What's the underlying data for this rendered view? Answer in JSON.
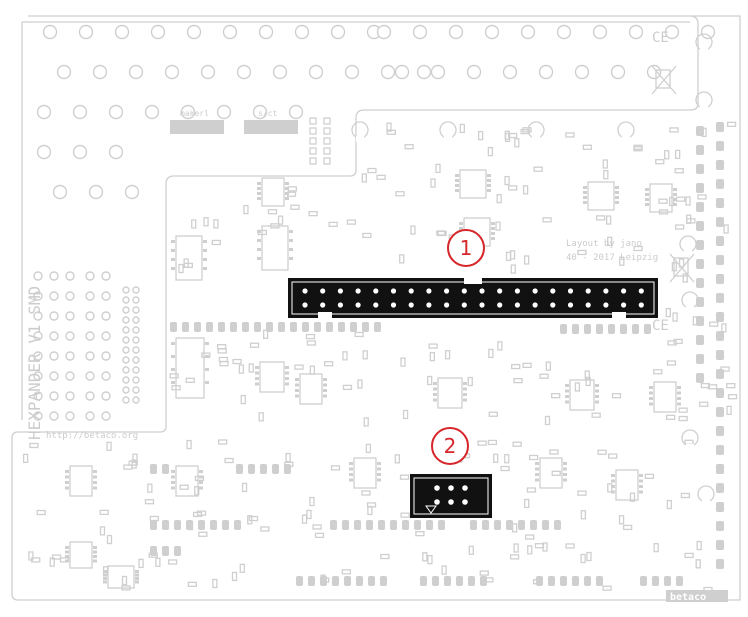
{
  "board": {
    "name_text": "HEXPANDER V1 SMD",
    "url_text": "http://betaco.org",
    "layout_credit_line1": "Layout by jano",
    "layout_credit_line2": "40 - 2017 Leipzig",
    "logo_text": "betaco",
    "ce_mark": "CE",
    "label_makerl": "makerl",
    "label_sct": "s/ct"
  },
  "callouts": [
    {
      "label": "1",
      "target": "40-pin header connector"
    },
    {
      "label": "2",
      "target": "6-pin header connector"
    }
  ],
  "header_40pin": {
    "pin_rows": 2,
    "pins_per_row": 20
  },
  "header_6pin": {
    "pin_rows": 2,
    "pins_per_row": 3
  },
  "colors": {
    "silkscreen": "#cfcfcf",
    "connector_body": "#111111",
    "callout_red": "#d6262a",
    "background": "#ffffff"
  }
}
